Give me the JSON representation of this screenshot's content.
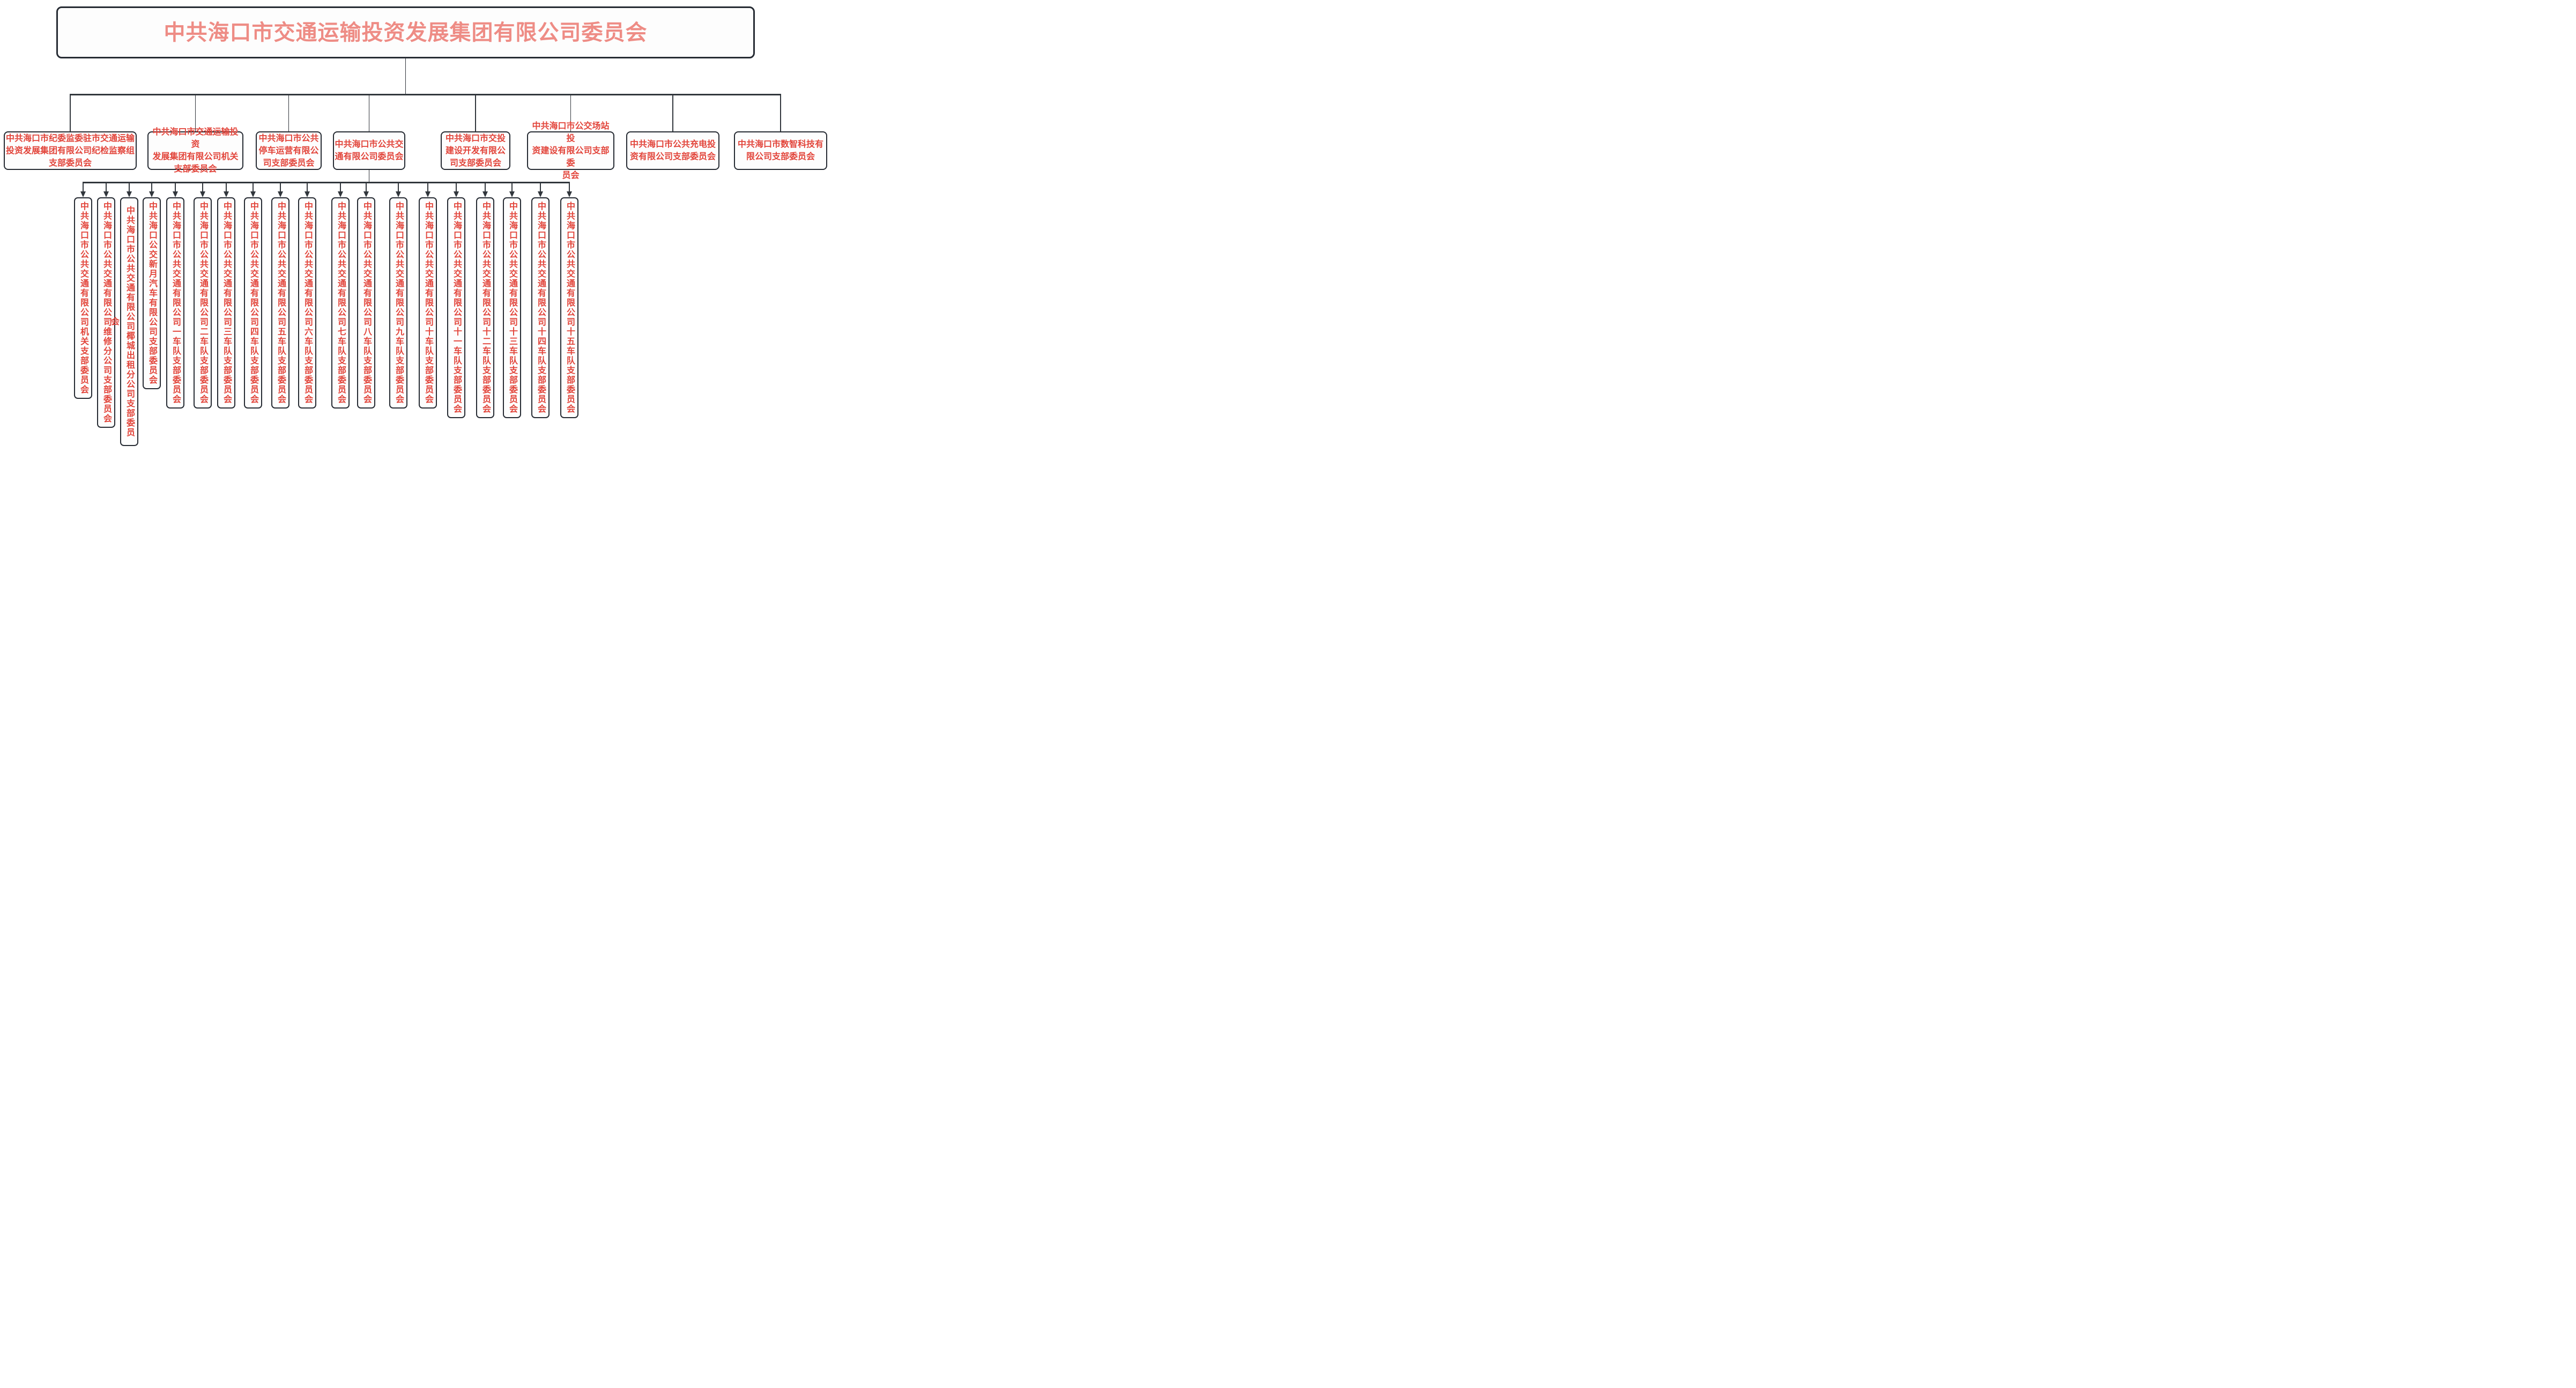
{
  "colors": {
    "background": "#ffffff",
    "border": "#262b33",
    "line": "#31363c",
    "root_text": "#ee8c85",
    "node_text": "#e2443a"
  },
  "root": {
    "label": "中共海口市交通运输投资发展集团有限公司委员会"
  },
  "level2": [
    {
      "label": "中共海口市纪委监委驻市交通运输\n投资发展集团有限公司纪检监察组\n支部委员会"
    },
    {
      "label": "中共海口市交通运输投资\n发展集团有限公司机关\n支部委员会"
    },
    {
      "label": "中共海口市公共\n停车运营有限公\n司支部委员会"
    },
    {
      "label": "中共海口市公共交\n通有限公司委员会"
    },
    {
      "label": "中共海口市交投\n建设开发有限公\n司支部委员会"
    },
    {
      "label": "中共海口市公交场站投\n资建设有限公司支部委\n员会"
    },
    {
      "label": "中共海口市公共充电投\n资有限公司支部委员会"
    },
    {
      "label": "中共海口市数智科技有\n限公司支部委员会"
    }
  ],
  "level3": [
    {
      "label": "中共海口市公共交通有限公司机关支部委员会"
    },
    {
      "label": "中共海口市公共交通有限公司维修分公司支部委员会"
    },
    {
      "label": "中共海口市公共交通有限公司椰城出租分公司支部委员会"
    },
    {
      "label": "中共海口公交新月汽车有限公司支部委员会"
    },
    {
      "label": "中共海口市公共交通有限公司一车队支部委员会"
    },
    {
      "label": "中共海口市公共交通有限公司二车队支部委员会"
    },
    {
      "label": "中共海口市公共交通有限公司三车队支部委员会"
    },
    {
      "label": "中共海口市公共交通有限公司四车队支部委员会"
    },
    {
      "label": "中共海口市公共交通有限公司五车队支部委员会"
    },
    {
      "label": "中共海口市公共交通有限公司六车队支部委员会"
    },
    {
      "label": "中共海口市公共交通有限公司七车队支部委员会"
    },
    {
      "label": "中共海口市公共交通有限公司八车队支部委员会"
    },
    {
      "label": "中共海口市公共交通有限公司九车队支部委员会"
    },
    {
      "label": "中共海口市公共交通有限公司十车队支部委员会"
    },
    {
      "label": "中共海口市公共交通有限公司十一车队支部委员会"
    },
    {
      "label": "中共海口市公共交通有限公司十二车队支部委员会"
    },
    {
      "label": "中共海口市公共交通有限公司十三车队支部委员会"
    },
    {
      "label": "中共海口市公共交通有限公司十四车队支部委员会"
    },
    {
      "label": "中共海口市公共交通有限公司十五车队支部委员会"
    }
  ]
}
